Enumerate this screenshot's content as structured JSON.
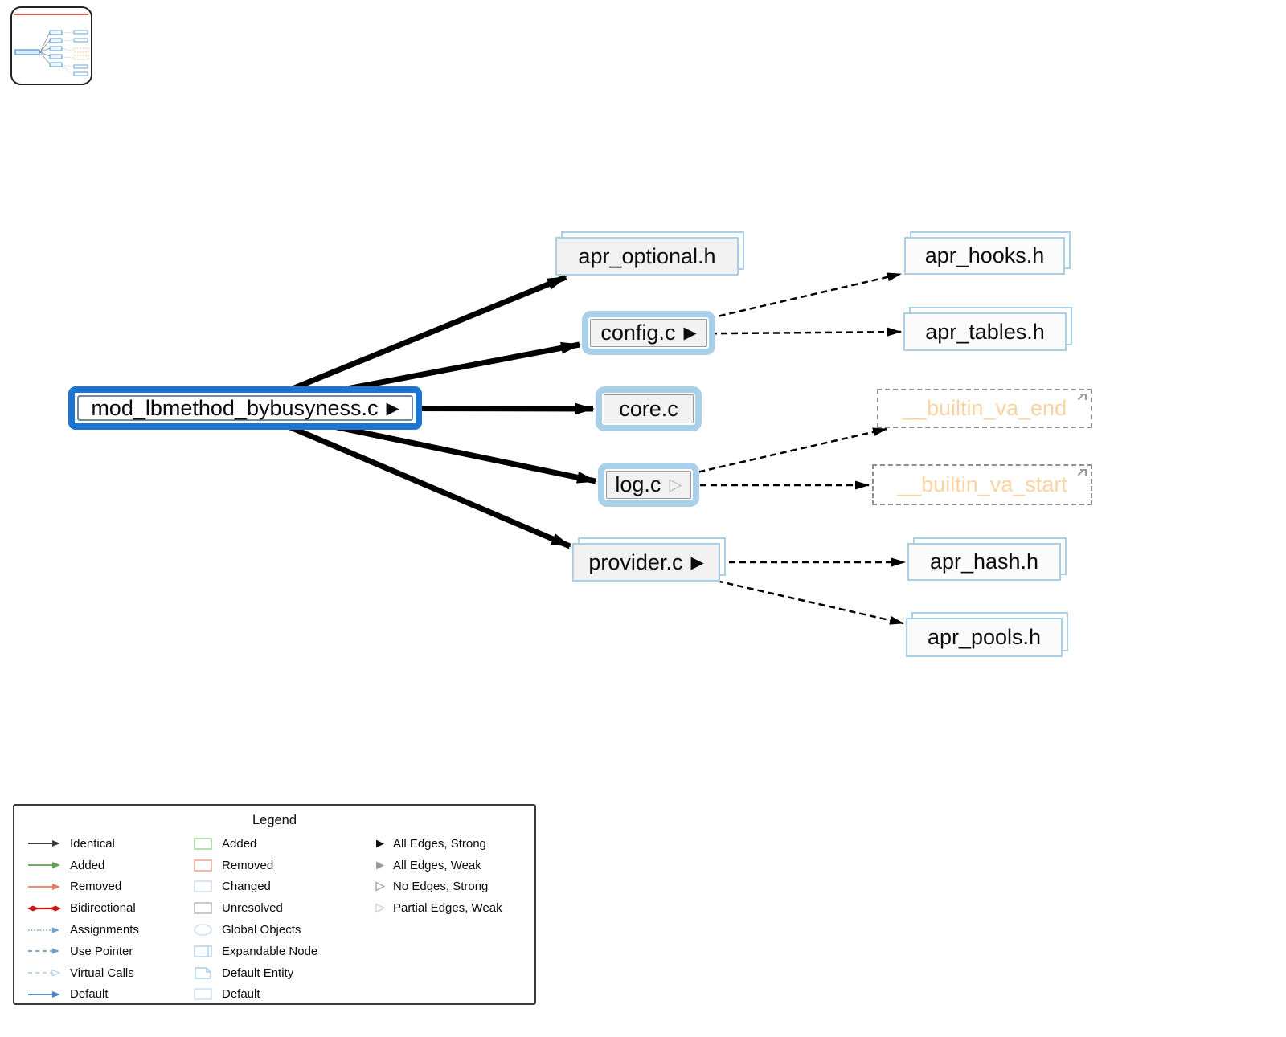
{
  "window": {
    "background": "#ffffff"
  },
  "minimap": {
    "purpose": "graph-overview-thumbnail",
    "red_line_color": "#e0604f"
  },
  "colors": {
    "selected_border": "#1b75d2",
    "changed_border": "#a9cfe9",
    "node_fill": "#f1f1f1",
    "unresolved_text": "#fbd3a2",
    "unresolved_border": "#8d8d8d",
    "edge_solid": "#000000",
    "edge_dashed": "#000000"
  },
  "graph": {
    "nodes": [
      {
        "label": "mod_lbmethod_bybusyness.c",
        "marker": "▶",
        "state": "selected"
      },
      {
        "label": "apr_optional.h",
        "marker": "",
        "state": "default-3d"
      },
      {
        "label": "config.c",
        "marker": "▶",
        "state": "changed"
      },
      {
        "label": "core.c",
        "marker": "",
        "state": "changed"
      },
      {
        "label": "log.c",
        "marker": "▷",
        "state": "changed"
      },
      {
        "label": "provider.c",
        "marker": "▶",
        "state": "default-3d"
      },
      {
        "label": "apr_hooks.h",
        "marker": "",
        "state": "default-3d"
      },
      {
        "label": "apr_tables.h",
        "marker": "",
        "state": "default-3d"
      },
      {
        "label": "__builtin_va_end",
        "marker": "",
        "state": "unresolved"
      },
      {
        "label": "__builtin_va_start",
        "marker": "",
        "state": "unresolved"
      },
      {
        "label": "apr_hash.h",
        "marker": "",
        "state": "default-3d"
      },
      {
        "label": "apr_pools.h",
        "marker": "",
        "state": "default-3d"
      }
    ],
    "edges": [
      {
        "from": "mod_lbmethod_bybusyness.c",
        "to": "apr_optional.h",
        "style": "solid-strong"
      },
      {
        "from": "mod_lbmethod_bybusyness.c",
        "to": "config.c",
        "style": "solid-strong"
      },
      {
        "from": "mod_lbmethod_bybusyness.c",
        "to": "core.c",
        "style": "solid-strong"
      },
      {
        "from": "mod_lbmethod_bybusyness.c",
        "to": "log.c",
        "style": "solid-strong"
      },
      {
        "from": "mod_lbmethod_bybusyness.c",
        "to": "provider.c",
        "style": "solid-strong"
      },
      {
        "from": "config.c",
        "to": "apr_hooks.h",
        "style": "dashed"
      },
      {
        "from": "config.c",
        "to": "apr_tables.h",
        "style": "dashed"
      },
      {
        "from": "log.c",
        "to": "__builtin_va_end",
        "style": "dashed"
      },
      {
        "from": "log.c",
        "to": "__builtin_va_start",
        "style": "dashed"
      },
      {
        "from": "provider.c",
        "to": "apr_hash.h",
        "style": "dashed"
      },
      {
        "from": "provider.c",
        "to": "apr_pools.h",
        "style": "dashed"
      }
    ]
  },
  "legend": {
    "title": "Legend",
    "edge_types": [
      {
        "label": "Identical",
        "color": "#3d3d3d",
        "line": "solid"
      },
      {
        "label": "Added",
        "color": "#5f9e53",
        "line": "solid"
      },
      {
        "label": "Removed",
        "color": "#e8795e",
        "line": "solid"
      },
      {
        "label": "Bidirectional",
        "color": "#c11b17",
        "line": "solid-diamond"
      },
      {
        "label": "Assignments",
        "color": "#6b9bd2",
        "line": "dotted"
      },
      {
        "label": "Use Pointer",
        "color": "#6b9bd2",
        "line": "dashed"
      },
      {
        "label": "Virtual Calls",
        "color": "#b9cfe9",
        "line": "dashed-open"
      },
      {
        "label": "Default",
        "color": "#4a7fc1",
        "line": "solid"
      }
    ],
    "node_types": [
      {
        "label": "Added",
        "color": "#9ed49a",
        "shape": "rect"
      },
      {
        "label": "Removed",
        "color": "#f0a090",
        "shape": "rect"
      },
      {
        "label": "Changed",
        "color": "#cadef2",
        "shape": "rect"
      },
      {
        "label": "Unresolved",
        "color": "#b3b3b3",
        "shape": "rect"
      },
      {
        "label": "Global Objects",
        "color": "#cadef2",
        "shape": "ellipse"
      },
      {
        "label": "Expandable Node",
        "color": "#a9cfe9",
        "shape": "rect-3d"
      },
      {
        "label": "Default Entity",
        "color": "#a9cfe9",
        "shape": "rect-folded"
      },
      {
        "label": "Default",
        "color": "#cadef2",
        "shape": "rect"
      }
    ],
    "expand_markers": [
      {
        "label": "All Edges, Strong",
        "glyph": "triangle-filled-black"
      },
      {
        "label": "All Edges, Weak",
        "glyph": "triangle-filled-gray"
      },
      {
        "label": "No Edges, Strong",
        "glyph": "triangle-outline-gray"
      },
      {
        "label": "Partial Edges, Weak",
        "glyph": "triangle-outline-light"
      }
    ]
  }
}
